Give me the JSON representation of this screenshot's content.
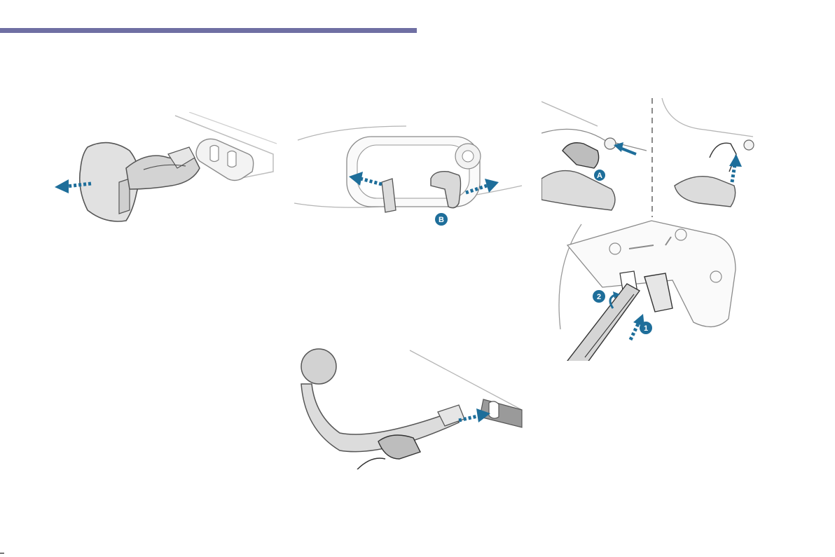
{
  "colors": {
    "header_bar": "#6f6fa3",
    "arrow_blue": "#1e6e9a",
    "line_gray": "#6b6b6b",
    "fill_gray": "#dcdcdc"
  },
  "illustrations": {
    "fig1": {
      "name": "remove-protective-cap"
    },
    "fig2": {
      "name": "open-socket-cover",
      "callout": "B"
    },
    "fig3": {
      "name": "check-lock-indicator",
      "callout": "A"
    },
    "fig4": {
      "name": "unlock-with-key",
      "steps": [
        "1",
        "2"
      ]
    },
    "fig5": {
      "name": "insert-tow-ball"
    }
  }
}
